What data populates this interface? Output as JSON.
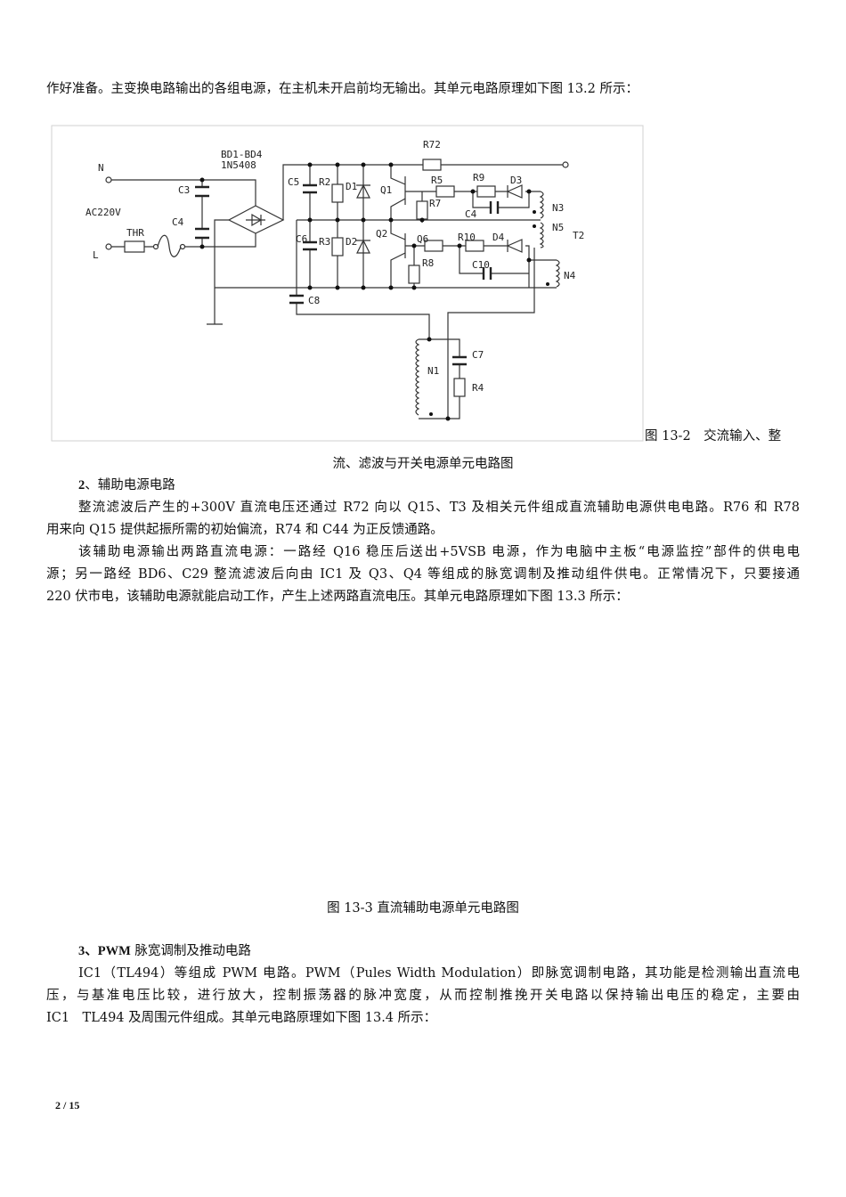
{
  "intro_line": "作好准备。主变换电路输出的各组电源，在主机未开启前均无输出。其单元电路原理如下图 13.2 所示：",
  "figure_13_2": {
    "caption_part1": "图 13-2　交流输入、整",
    "caption_part2": "流、滤波与开关电源单元电路图",
    "labels": {
      "bd": "BD1-BD4",
      "diode_type": "1N5408",
      "n": "N",
      "ac": "AC220V",
      "l": "L",
      "thr": "THR",
      "c3": "C3",
      "c4_left": "C4",
      "c5": "C5",
      "r2": "R2",
      "d1": "D1",
      "q1": "Q1",
      "r72": "R72",
      "r5": "R5",
      "r9": "R9",
      "d3": "D3",
      "r7": "R7",
      "c4": "C4",
      "n3": "N3",
      "n5": "N5",
      "t2": "T2",
      "c6": "C6",
      "r3": "R3",
      "d2": "D2",
      "q2": "Q2",
      "q6": "Q6",
      "r10": "R10",
      "d4": "D4",
      "r8": "R8",
      "c10": "C10",
      "n4": "N4",
      "c8": "C8",
      "n1": "N1",
      "c7": "C7",
      "r4": "R4"
    }
  },
  "section2": {
    "heading_num": "2",
    "heading": "、辅助电源电路",
    "lines": [
      "整流滤波后产生的+300V 直流电压还通过 R72 向以 Q15、T3 及相关元件组成直流辅助电源供电电路。R76 和 R78",
      "用来向 Q15 提供起振所需的初始偏流，R74 和 C44 为正反馈通路。",
      "该辅助电源输出两路直流电源：一路经 Q16 稳压后送出+5VSB 电源，作为电脑中主板“电源监控”部件的供电电",
      "源；另一路经 BD6、C29 整流滤波后向由 IC1 及 Q3、Q4 等组成的脉宽调制及推动组件供电。正常情况下，只要接通",
      "220 伏市电，该辅助电源就能启动工作，产生上述两路直流电压。其单元电路原理如下图 13.3 所示："
    ]
  },
  "figure_13_3": {
    "caption": "图 13-3  直流辅助电源单元电路图"
  },
  "section3": {
    "heading_num": "3",
    "heading_bold": "、PWM",
    "heading": " 脉宽调制及推动电路",
    "lines": [
      "IC1（TL494）等组成 PWM 电路。PWM（Pules Width Modulation）即脉宽调制电路，其功能是检测输出直流电",
      "压，与基准电压比较，进行放大，控制振荡器的脉冲宽度，从而控制推挽开关电路以保持输出电压的稳定，主要由",
      "IC1　TL494 及周围元件组成。其单元电路原理如下图 13.4 所示："
    ]
  },
  "footer": {
    "page": "2 / 15"
  }
}
